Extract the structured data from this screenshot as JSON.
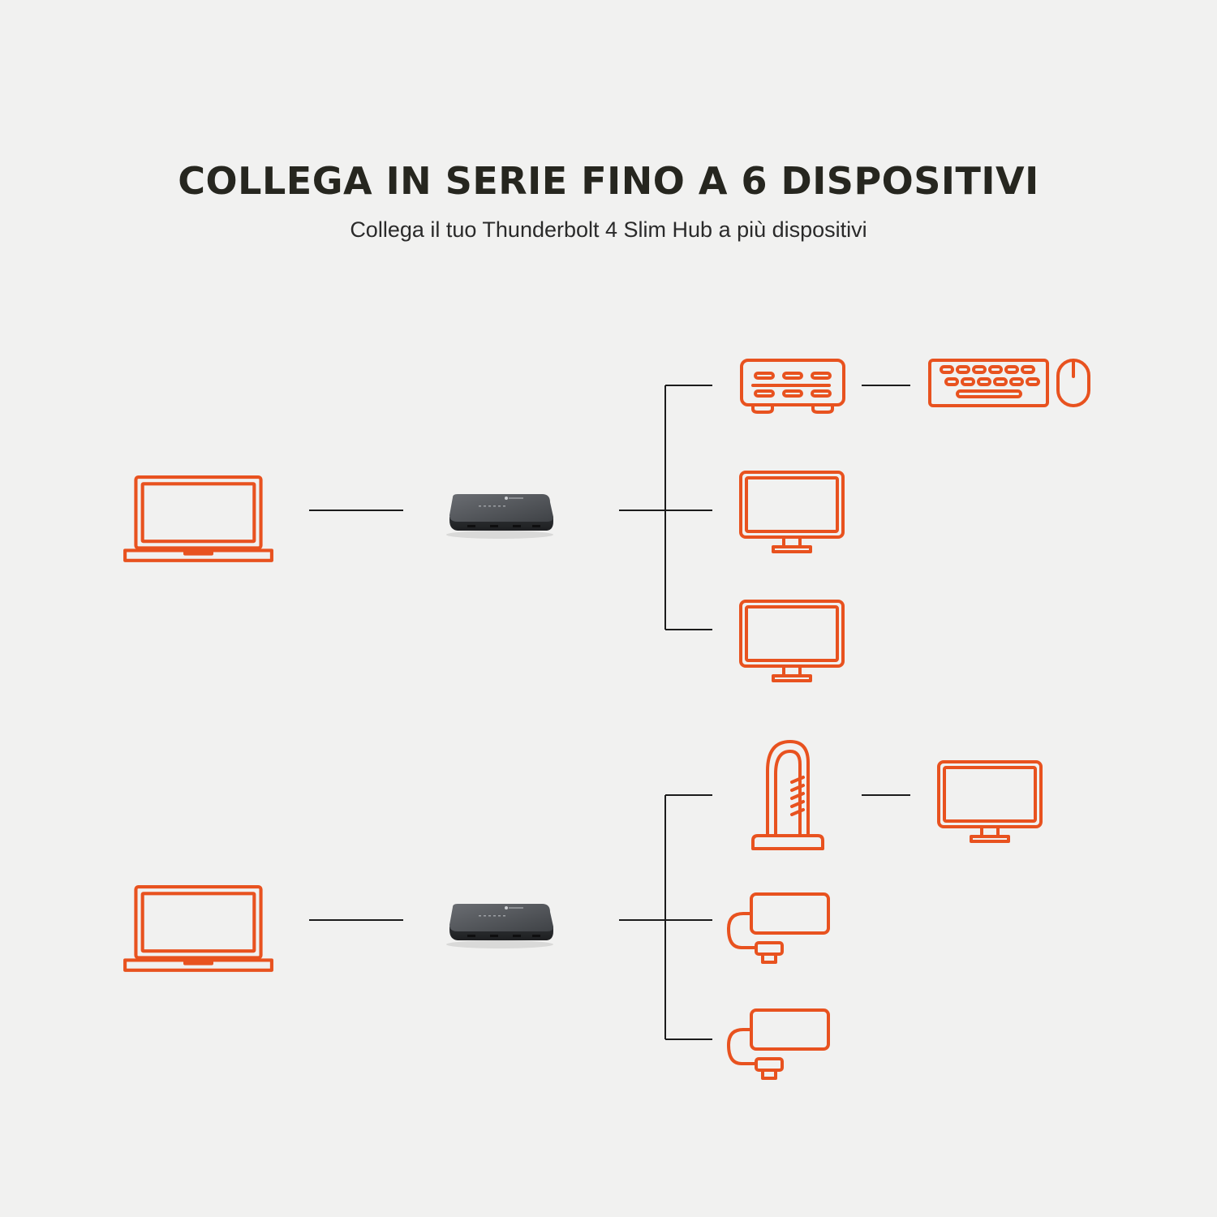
{
  "header": {
    "title": "COLLEGA IN SERIE FINO A 6 DISPOSITIVI",
    "subtitle": "Collega il tuo Thunderbolt 4 Slim Hub a più dispositivi"
  },
  "colors": {
    "background": "#f1f1f0",
    "accent": "#e8521f",
    "line": "#1c1c1c",
    "hub": "#4a4d52"
  },
  "diagram": {
    "chains": [
      {
        "source": "laptop-icon",
        "hub": "thunderbolt-hub",
        "outputs": [
          {
            "device": "dock-icon",
            "next": "keyboard-mouse-icon"
          },
          {
            "device": "monitor-icon"
          },
          {
            "device": "monitor-icon"
          }
        ]
      },
      {
        "source": "laptop-icon",
        "hub": "thunderbolt-hub",
        "outputs": [
          {
            "device": "vertical-dock-icon",
            "next": "monitor-icon"
          },
          {
            "device": "external-drive-icon"
          },
          {
            "device": "external-drive-icon"
          }
        ]
      }
    ]
  }
}
